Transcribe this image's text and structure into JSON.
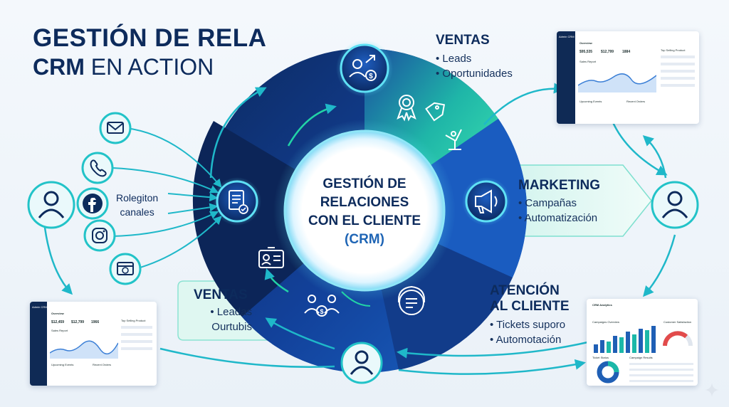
{
  "title": {
    "line1": "GESTIÓN DE RELA",
    "line2_bold": "CRM",
    "line2_rest": "EN ACTION"
  },
  "center": {
    "line1": "GESTIÓN DE",
    "line2": "RELACIONES",
    "line3": "CON EL CLIENTE",
    "line4": "(CRM)"
  },
  "ventas_top": {
    "heading": "VENTAS",
    "items": [
      "• Leads",
      "• Oportunidades"
    ]
  },
  "marketing": {
    "heading": "MARKETING",
    "items": [
      "• Campañas",
      "• Automatización"
    ]
  },
  "atencion": {
    "heading_1": "ATENCIÓN",
    "heading_2": "AL CLIENTE",
    "items": [
      "• Tickets suporo",
      "• Automotación"
    ]
  },
  "ventas_bottom": {
    "heading": "VENTAS",
    "items": [
      "• Leadas",
      "Ourtubis"
    ]
  },
  "channels": {
    "label_1": "Rolegiton",
    "label_2": "canales"
  },
  "dashboard_top": {
    "app": "Admin CRM",
    "header": "Overview",
    "kpis": [
      "$95,535",
      "$12,799",
      "1884"
    ],
    "chart_title": "Sales Report",
    "panel_right": "Top Selling Product",
    "bottom_left": "Upcoming Events",
    "bottom_right": "Recent Orders"
  },
  "dashboard_left": {
    "app": "Admin CRM",
    "header": "Overview",
    "kpis": [
      "$12,459",
      "$12,799",
      "1966"
    ],
    "chart_title": "Sales Report",
    "panel_right": "Top Selling Product",
    "bottom_left": "Upcoming Events",
    "bottom_right": "Recent Orders"
  },
  "dashboard_right": {
    "header": "CRM Analytics",
    "chart_title": "Campaigns Overview",
    "gauge_title": "Customer Satisfaction",
    "bottom_left": "Ticket Status",
    "bottom_right": "Campaign Results"
  },
  "colors": {
    "navy": "#0d2b5c",
    "dark_ring": "#0f2b63",
    "blue": "#1f5fb5",
    "teal": "#22d3a6",
    "cyan": "#19b5d8"
  },
  "icons": {
    "sales": "money-growth-icon",
    "award": "award-ribbon-icon",
    "tag": "price-tag-icon",
    "trophy": "trophy-icon",
    "document": "document-check-icon",
    "megaphone": "megaphone-icon",
    "support": "headset-chat-icon",
    "id_card": "id-card-icon",
    "team": "team-money-icon",
    "mail": "envelope-icon",
    "phone": "phone-icon",
    "facebook": "facebook-icon",
    "instagram": "instagram-icon",
    "web": "browser-icon",
    "user": "user-avatar-icon"
  }
}
